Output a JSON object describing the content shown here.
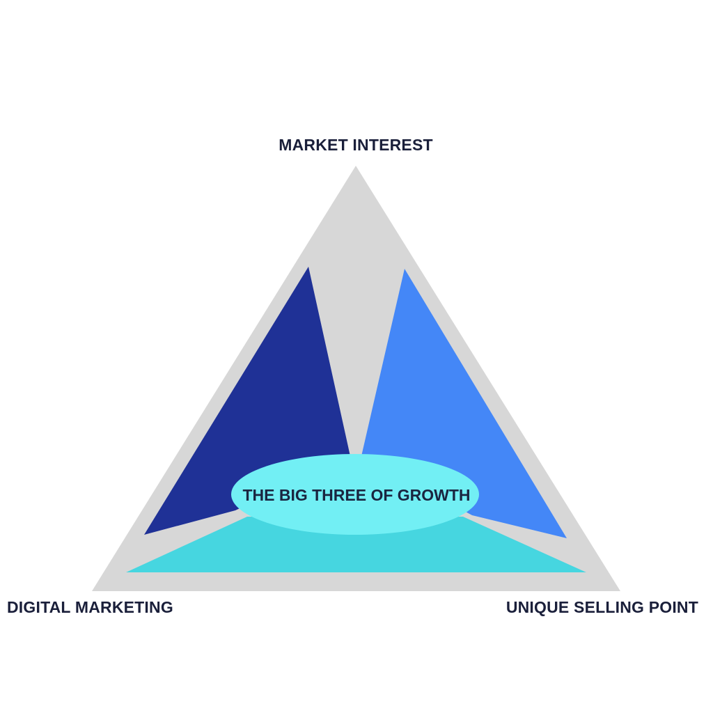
{
  "diagram": {
    "labels": {
      "top": "MARKET INTEREST",
      "left": "DIGITAL MARKETING",
      "right": "UNIQUE SELLING POINT",
      "center": "THE BIG THREE OF GROWTH"
    },
    "colors": {
      "outer_triangle": "#d7d7d7",
      "left_wedge": "#1f3196",
      "right_wedge": "#4487f7",
      "bottom_wedge": "#46d6e0",
      "center_ellipse": "#72eff4",
      "label_text": "#1a1f3a"
    }
  }
}
